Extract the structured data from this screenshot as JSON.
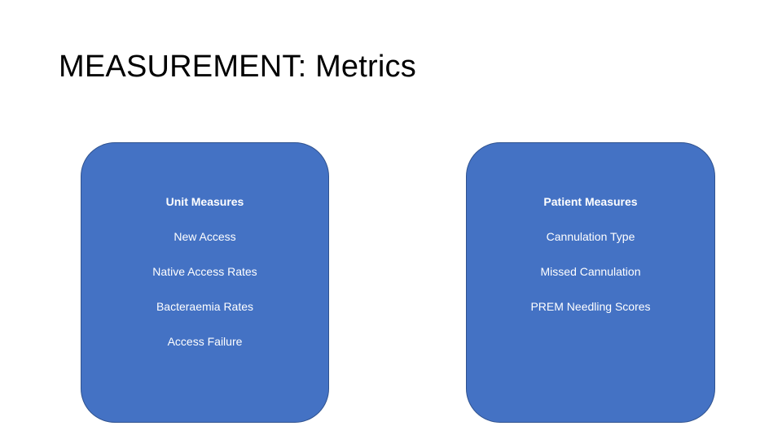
{
  "slide": {
    "title": "MEASUREMENT: Metrics",
    "background_color": "#FFFFFF",
    "title_color": "#000000"
  },
  "panels": {
    "accent_color": "#4472C4",
    "border_color": "#2F528F",
    "text_color": "#FFFFFF",
    "left": {
      "heading": "Unit Measures",
      "items": [
        {
          "label": "New Access"
        },
        {
          "label": "Native Access Rates"
        },
        {
          "label": "Bacteraemia Rates"
        },
        {
          "label": "Access Failure"
        }
      ]
    },
    "right": {
      "heading": "Patient Measures",
      "items": [
        {
          "label": "Cannulation Type"
        },
        {
          "label": "Missed Cannulation"
        },
        {
          "label": "PREM Needling Scores"
        }
      ]
    }
  }
}
